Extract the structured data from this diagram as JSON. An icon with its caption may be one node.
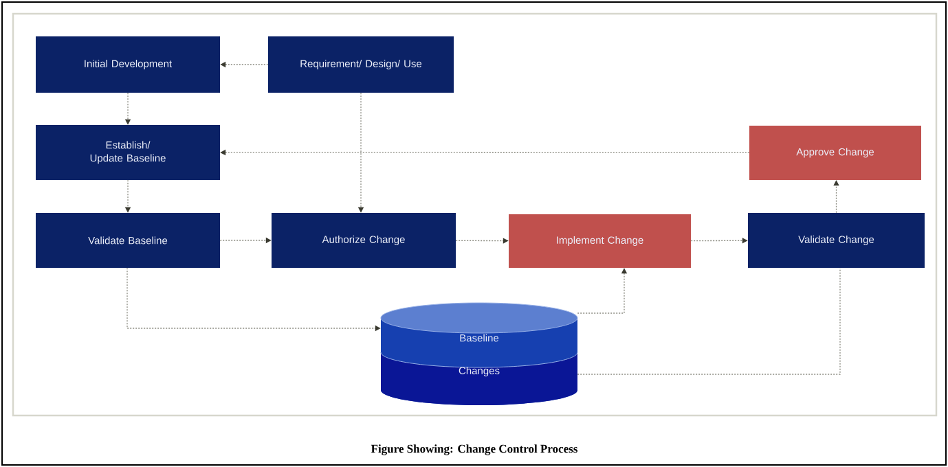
{
  "diagram": {
    "caption": "Figure Showing: Change Control Process",
    "nodes": [
      {
        "text": [
          "Initial Development"
        ]
      },
      {
        "text": [
          "Requirement/ Design/ Use"
        ]
      },
      {
        "text": [
          "Establish/ Update Baseline"
        ]
      },
      {
        "text": [
          "Approve Change"
        ]
      },
      {
        "text": [
          "Validate Baseline"
        ]
      },
      {
        "text": [
          "Authorize Change"
        ]
      },
      {
        "text": [
          "Implement Change"
        ]
      },
      {
        "text": [
          "Validate Change"
        ]
      },
      {
        "text": [
          "Baseline",
          "Changes"
        ]
      }
    ],
    "edges": [
      {
        "from": 1,
        "to": 0,
        "arrow": "to"
      },
      {
        "from": 0,
        "to": 2,
        "arrow": "to"
      },
      {
        "from": 3,
        "to": 2,
        "arrow": "to"
      },
      {
        "from": 2,
        "to": 4,
        "arrow": "to"
      },
      {
        "from": 1,
        "to": 5,
        "arrow": "to"
      },
      {
        "from": 4,
        "to": 5,
        "arrow": "to"
      },
      {
        "from": 5,
        "to": 6,
        "arrow": "to"
      },
      {
        "from": 6,
        "to": 7,
        "arrow": "to"
      },
      {
        "from": 7,
        "to": 3,
        "arrow": "to"
      },
      {
        "from": 4,
        "to": 8,
        "arrow": "to"
      },
      {
        "from": 8,
        "to": 6,
        "arrow": "to"
      },
      {
        "from": 8,
        "to": 7,
        "arrow": "none"
      }
    ]
  }
}
